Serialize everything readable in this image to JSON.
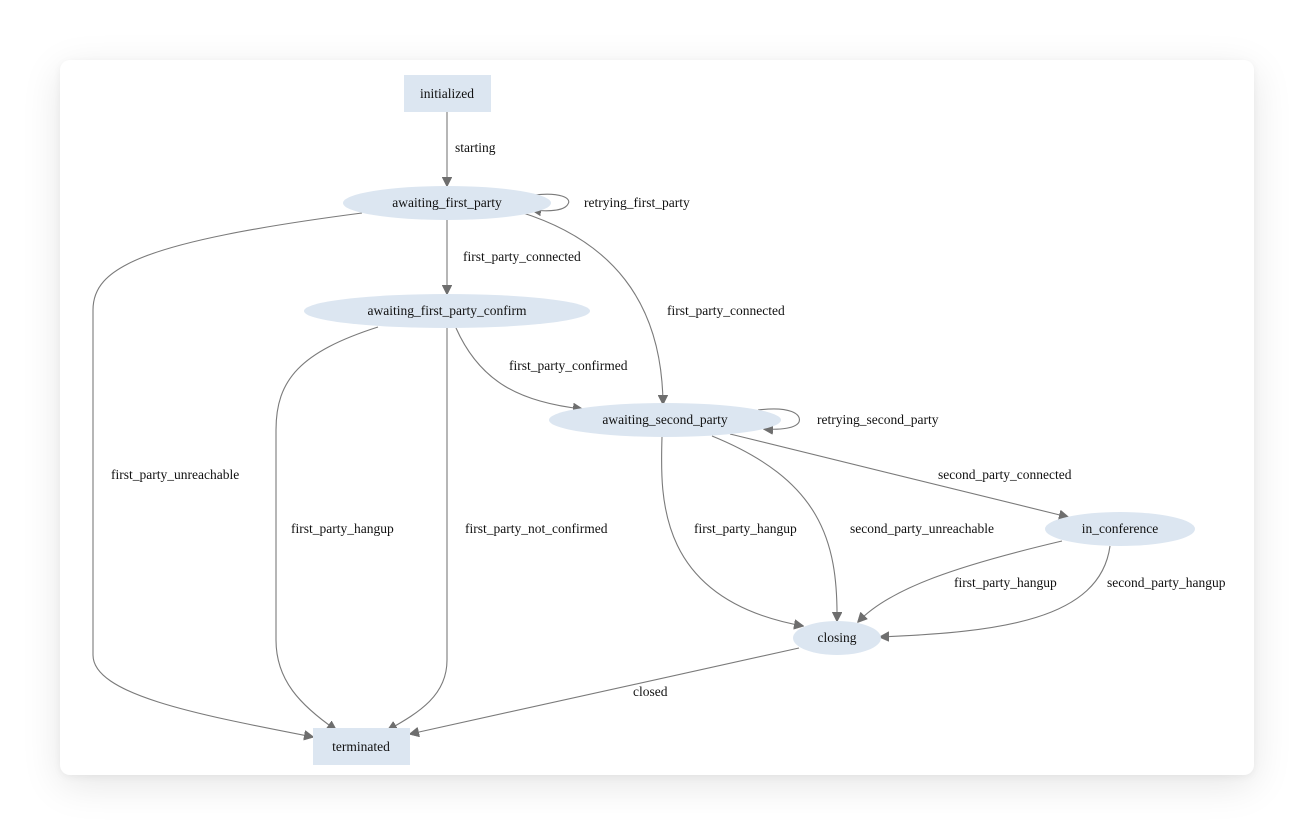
{
  "nodes": {
    "initialized": "initialized",
    "awaiting_first_party": "awaiting_first_party",
    "awaiting_first_party_confirm": "awaiting_first_party_confirm",
    "awaiting_second_party": "awaiting_second_party",
    "in_conference": "in_conference",
    "closing": "closing",
    "terminated": "terminated"
  },
  "edges": {
    "starting": "starting",
    "retrying_first_party": "retrying_first_party",
    "first_party_connected_a": "first_party_connected",
    "first_party_connected_b": "first_party_connected",
    "first_party_confirmed": "first_party_confirmed",
    "retrying_second_party": "retrying_second_party",
    "first_party_unreachable": "first_party_unreachable",
    "first_party_hangup_a": "first_party_hangup",
    "first_party_not_confirmed": "first_party_not_confirmed",
    "first_party_hangup_b": "first_party_hangup",
    "second_party_unreachable": "second_party_unreachable",
    "second_party_connected": "second_party_connected",
    "first_party_hangup_c": "first_party_hangup",
    "second_party_hangup": "second_party_hangup",
    "closed": "closed"
  },
  "colors": {
    "node_fill": "#dce6f1",
    "edge": "#7a7a7a"
  }
}
